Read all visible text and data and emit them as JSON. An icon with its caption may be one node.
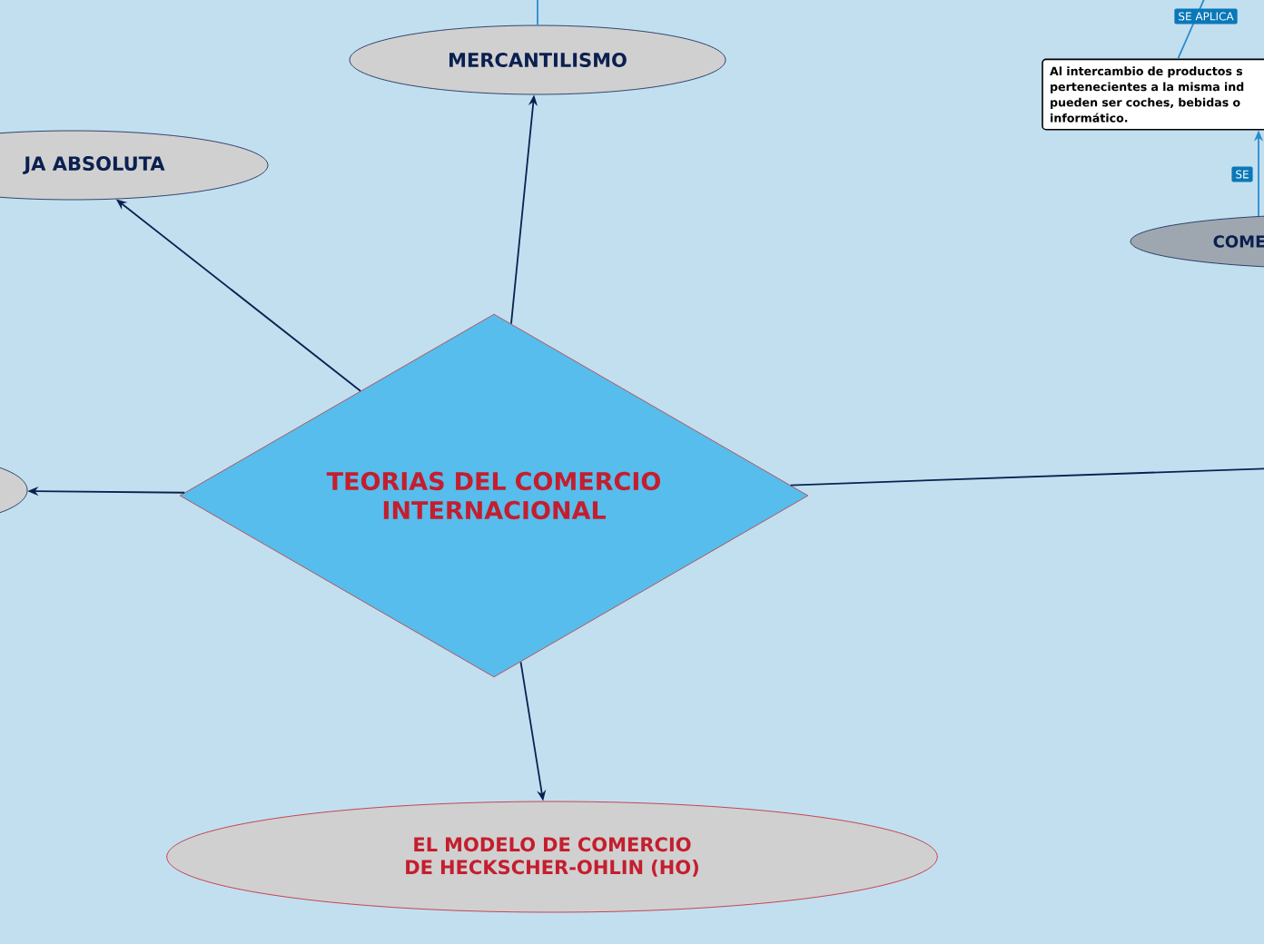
{
  "diagram": {
    "nodes": [
      {
        "text": [
          "TEORIAS DEL COMERCIO INTERNACIONAL"
        ]
      },
      {
        "text": [
          "MERCANTILISMO"
        ]
      },
      {
        "text": [
          "JA ABSOLUTA"
        ]
      },
      {
        "text": [],
        "shape": "ellipse"
      },
      {
        "text": [
          "EL MODELO DE COMERCIO DE HECKSCHER-OHLIN (HO)"
        ]
      },
      {
        "text": [
          "COME"
        ]
      },
      {
        "text": [
          "Al intercambio de productos s pertenecientes a la misma ind pueden ser coches, bebidas o informático."
        ]
      }
    ],
    "edges": [
      {
        "from": 0,
        "to": 1,
        "arrow": "to"
      },
      {
        "from": 0,
        "to": 2,
        "arrow": "to"
      },
      {
        "from": 0,
        "to": 3,
        "arrow": "to"
      },
      {
        "from": 0,
        "to": 4,
        "arrow": "to"
      },
      {
        "from": 0,
        "to": null,
        "arrow": "none"
      },
      {
        "from": 1,
        "to": null,
        "arrow": "none",
        "color": "#2a8ccc"
      },
      {
        "from": null,
        "to": 6,
        "arrow": "none",
        "label": "SE APLICA",
        "color": "#2a8ccc"
      },
      {
        "from": 5,
        "to": 6,
        "arrow": "to",
        "label": "SE",
        "color": "#2a8ccc"
      }
    ]
  }
}
